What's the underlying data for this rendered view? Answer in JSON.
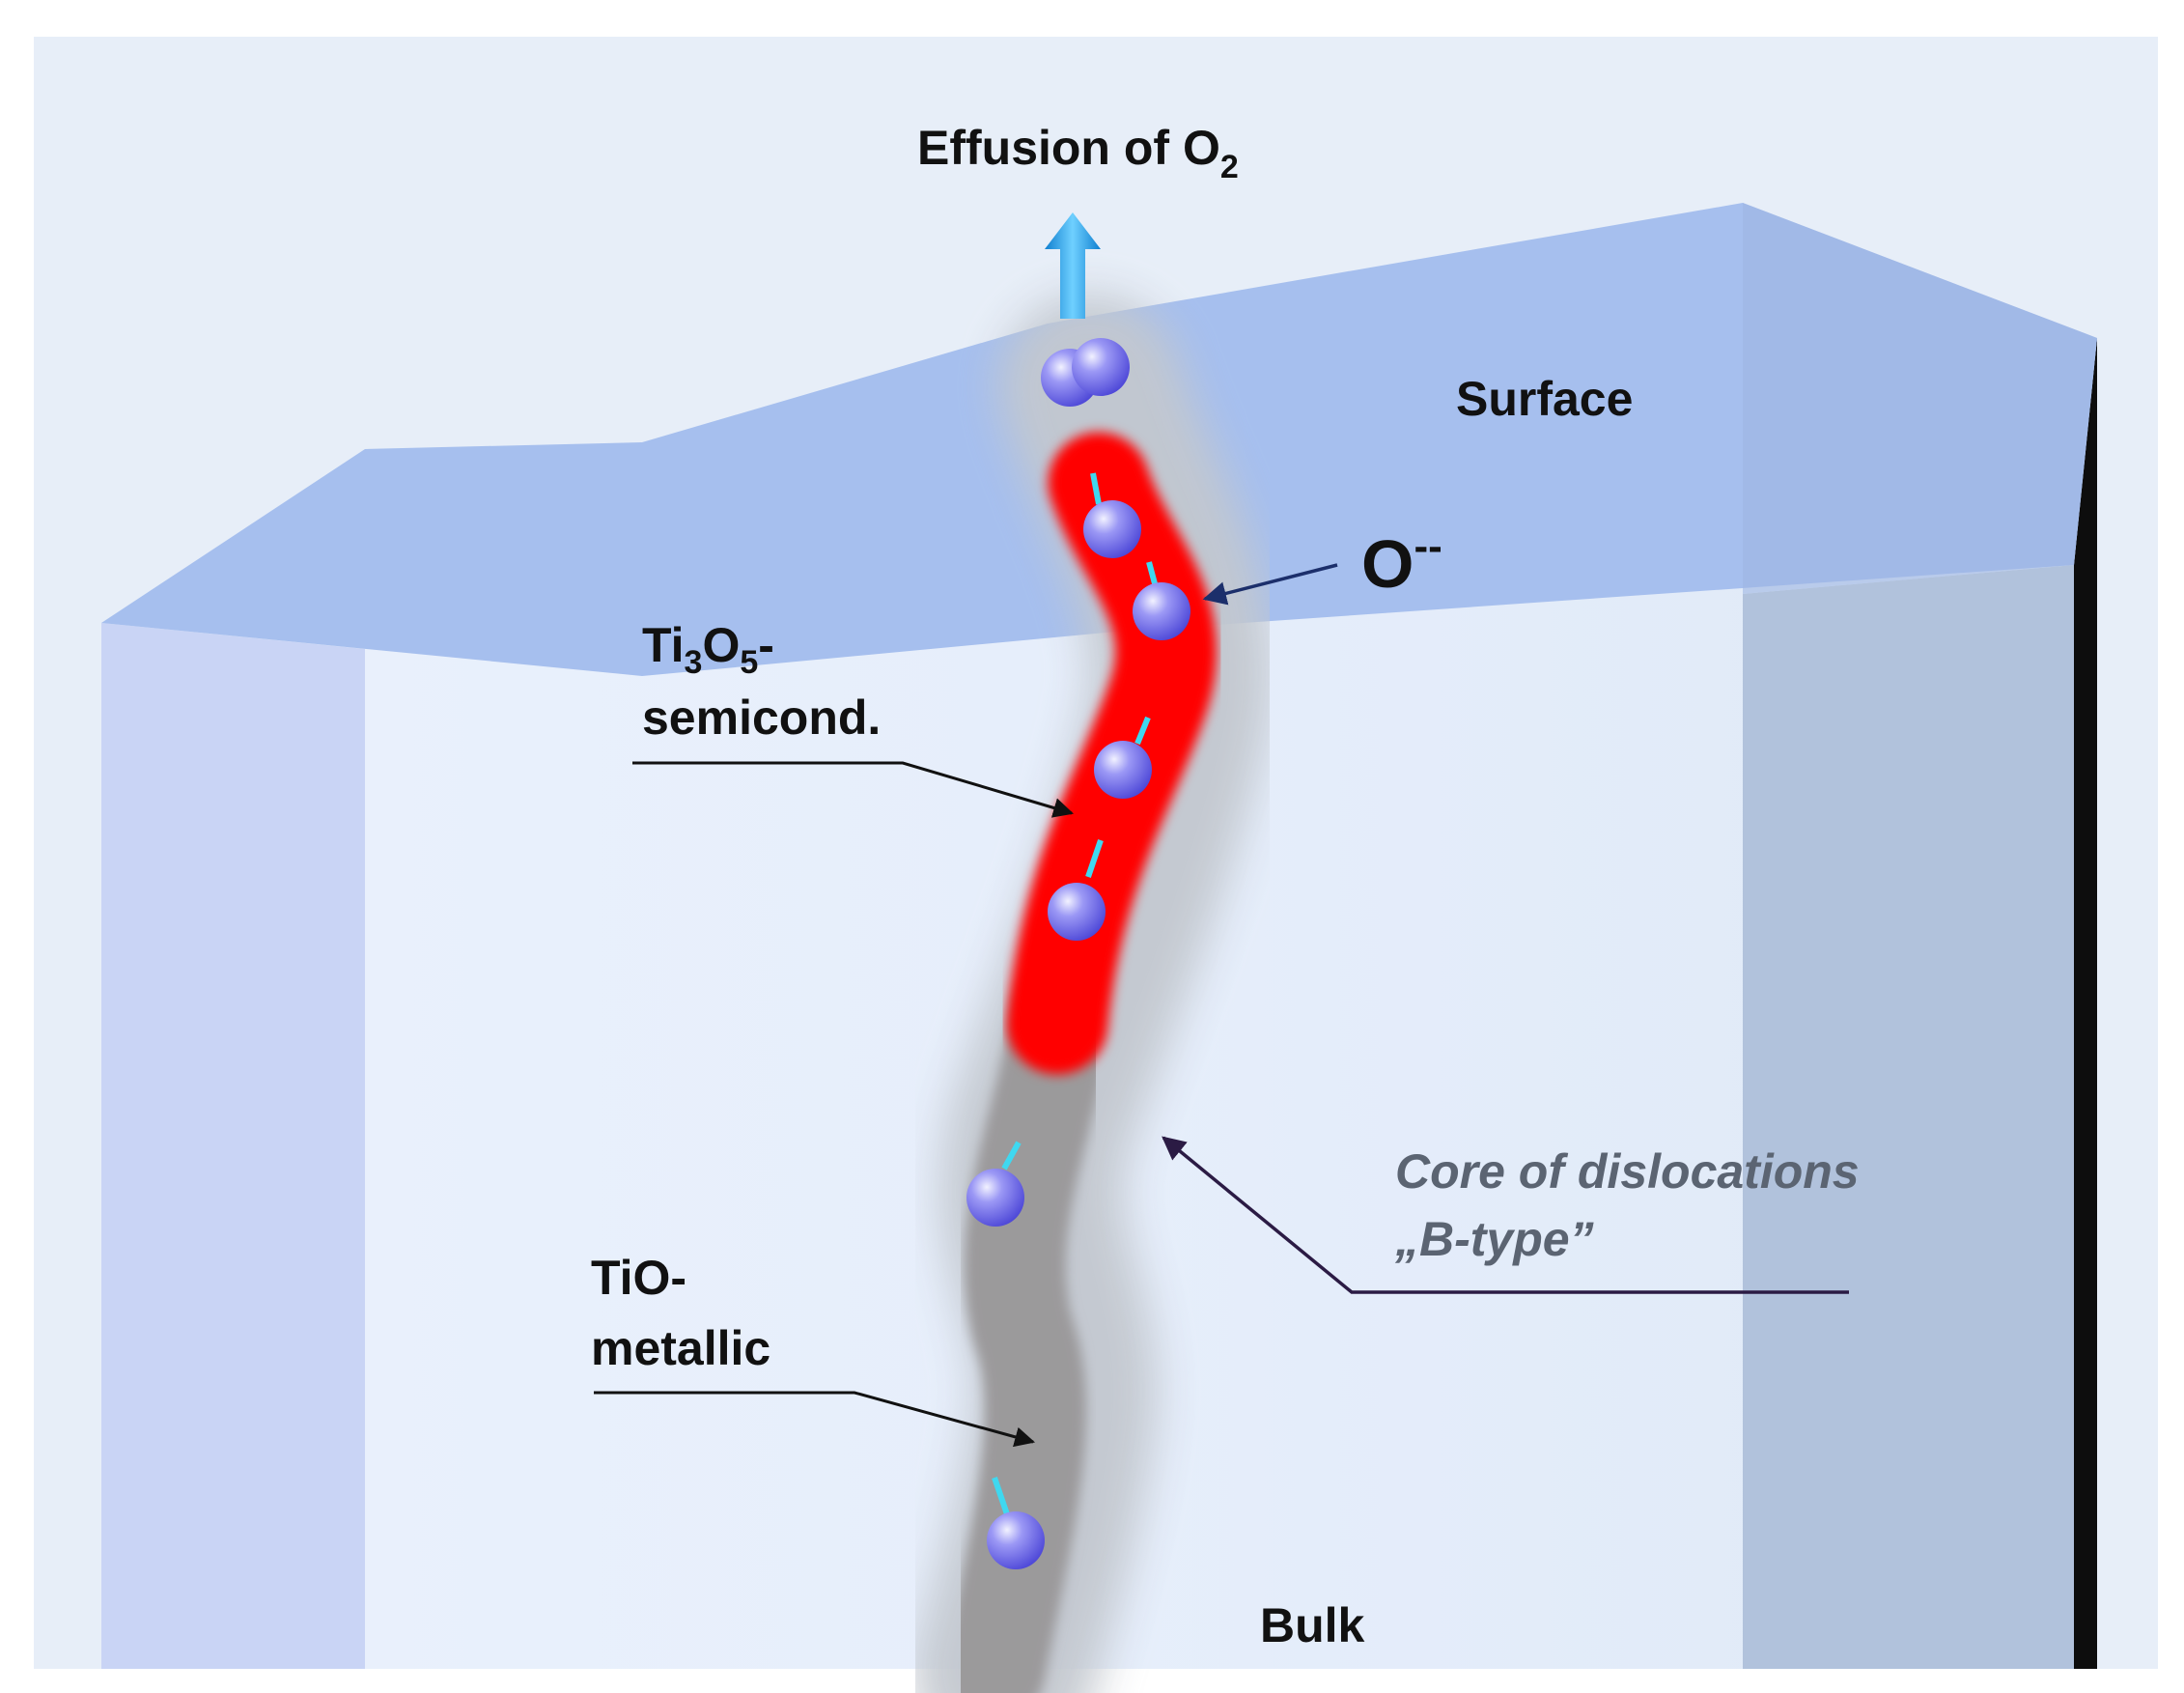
{
  "labels": {
    "effusion_main": "Effusion of O",
    "effusion_sub": "2",
    "surface": "Surface",
    "ion_main": "O",
    "ion_sup": "--",
    "ti3o5_a": "Ti",
    "ti3o5_sub1": "3",
    "ti3o5_b": "O",
    "ti3o5_sub2": "5",
    "ti3o5_c": "-",
    "semicond": "semicond.",
    "core_line1": "Core of dislocations",
    "core_line2": "„B-type”",
    "tio_line1": "TiO-",
    "tio_line2": "metallic",
    "bulk": "Bulk"
  },
  "colors": {
    "background": "#e7eef8",
    "slab_front": "#e8f0fb",
    "slab_left": "#c9d4f5",
    "slab_right": "#b1c2dc",
    "surface": "#a6bfee",
    "semiconducting_core": "#ff0000",
    "metallic_core": "#9b9a9b",
    "halo": "#c3c8cf",
    "oxygen_atom": "#6a66e8",
    "spin_arrow": "#3fd8f0",
    "effusion_arrow": "#1fa0e6"
  }
}
